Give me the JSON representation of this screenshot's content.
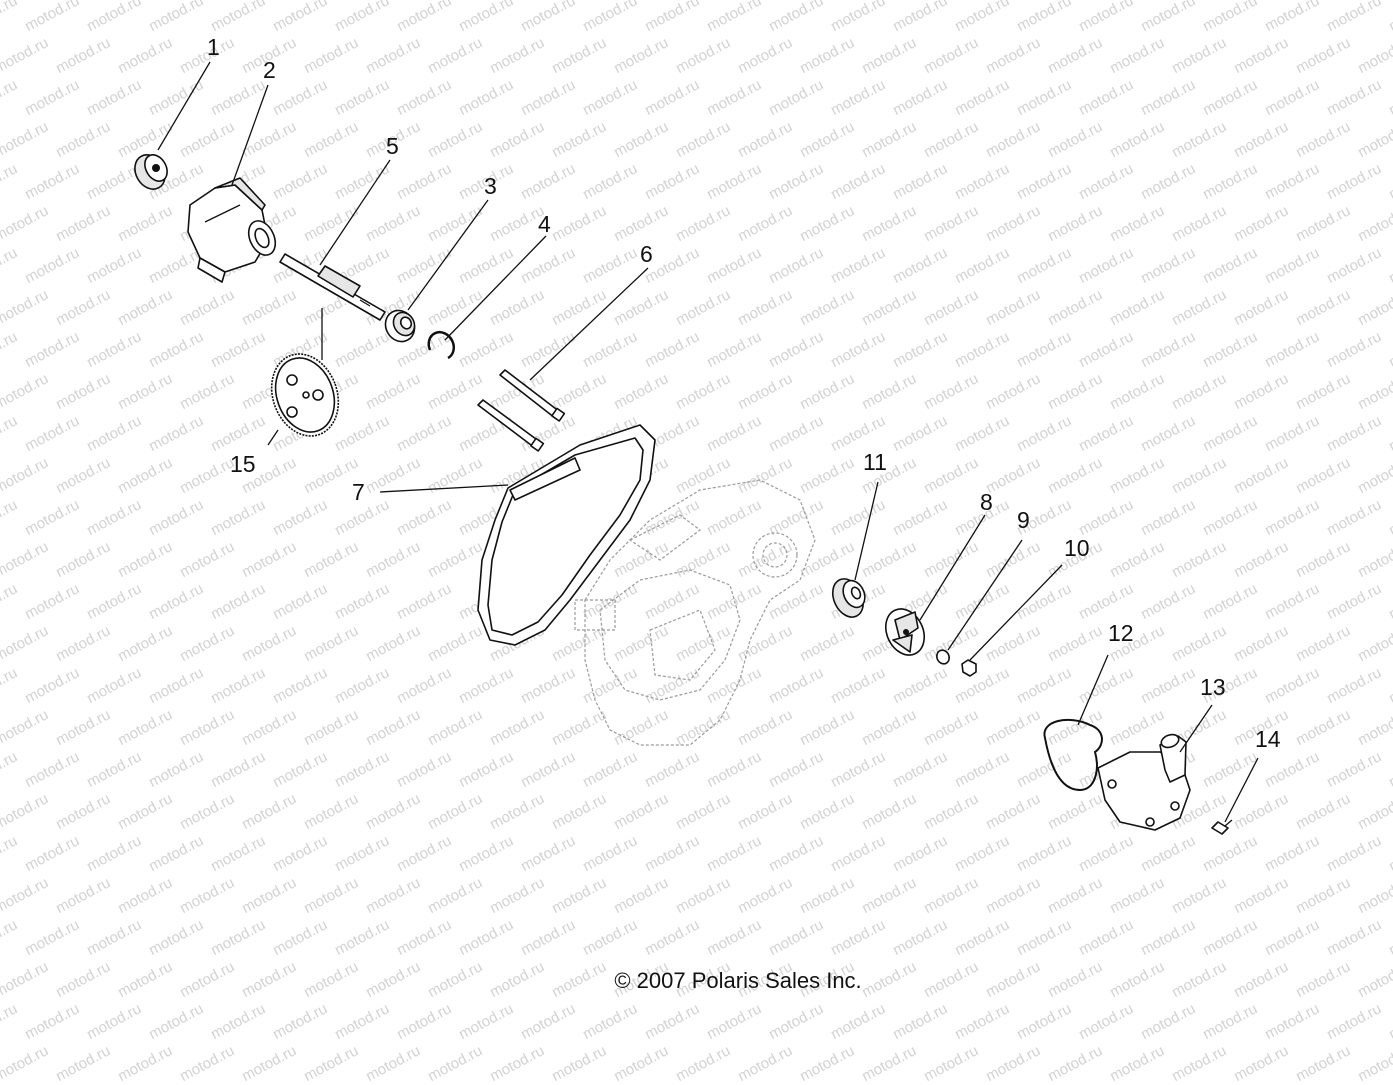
{
  "watermark": "motod.ru",
  "copyright": "© 2007 Polaris Sales Inc.",
  "callouts": [
    "1",
    "2",
    "3",
    "4",
    "5",
    "6",
    "7",
    "8",
    "9",
    "10",
    "11",
    "12",
    "13",
    "14",
    "15"
  ]
}
